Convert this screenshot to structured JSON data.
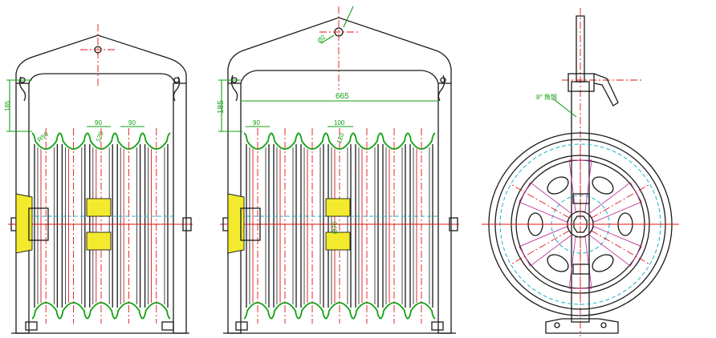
{
  "drawing": {
    "colors": {
      "outline": "#1a1a1a",
      "centerline": "#e01414",
      "dimension": "#12a012",
      "bearing": "#f3ea2d",
      "hidden": "#19b5c8",
      "spoke": "#c0399a"
    },
    "left_view": {
      "dim_height": "185",
      "dim_pitch_a": "90",
      "dim_pitch_b": "90",
      "dim_groove": "120",
      "dim_wheel": "R50",
      "sheave_count": 5
    },
    "middle_view": {
      "dim_height": "185",
      "dim_width": "665",
      "dim_pitch_a": "90",
      "dim_pitch_b": "100",
      "dim_groove": "120",
      "dim_hook": "Ø2",
      "dim_bore": "Ø70",
      "sheave_count": 7
    },
    "right_view": {
      "dim_angle": "8° 角钢",
      "spoke_count": 6
    }
  }
}
